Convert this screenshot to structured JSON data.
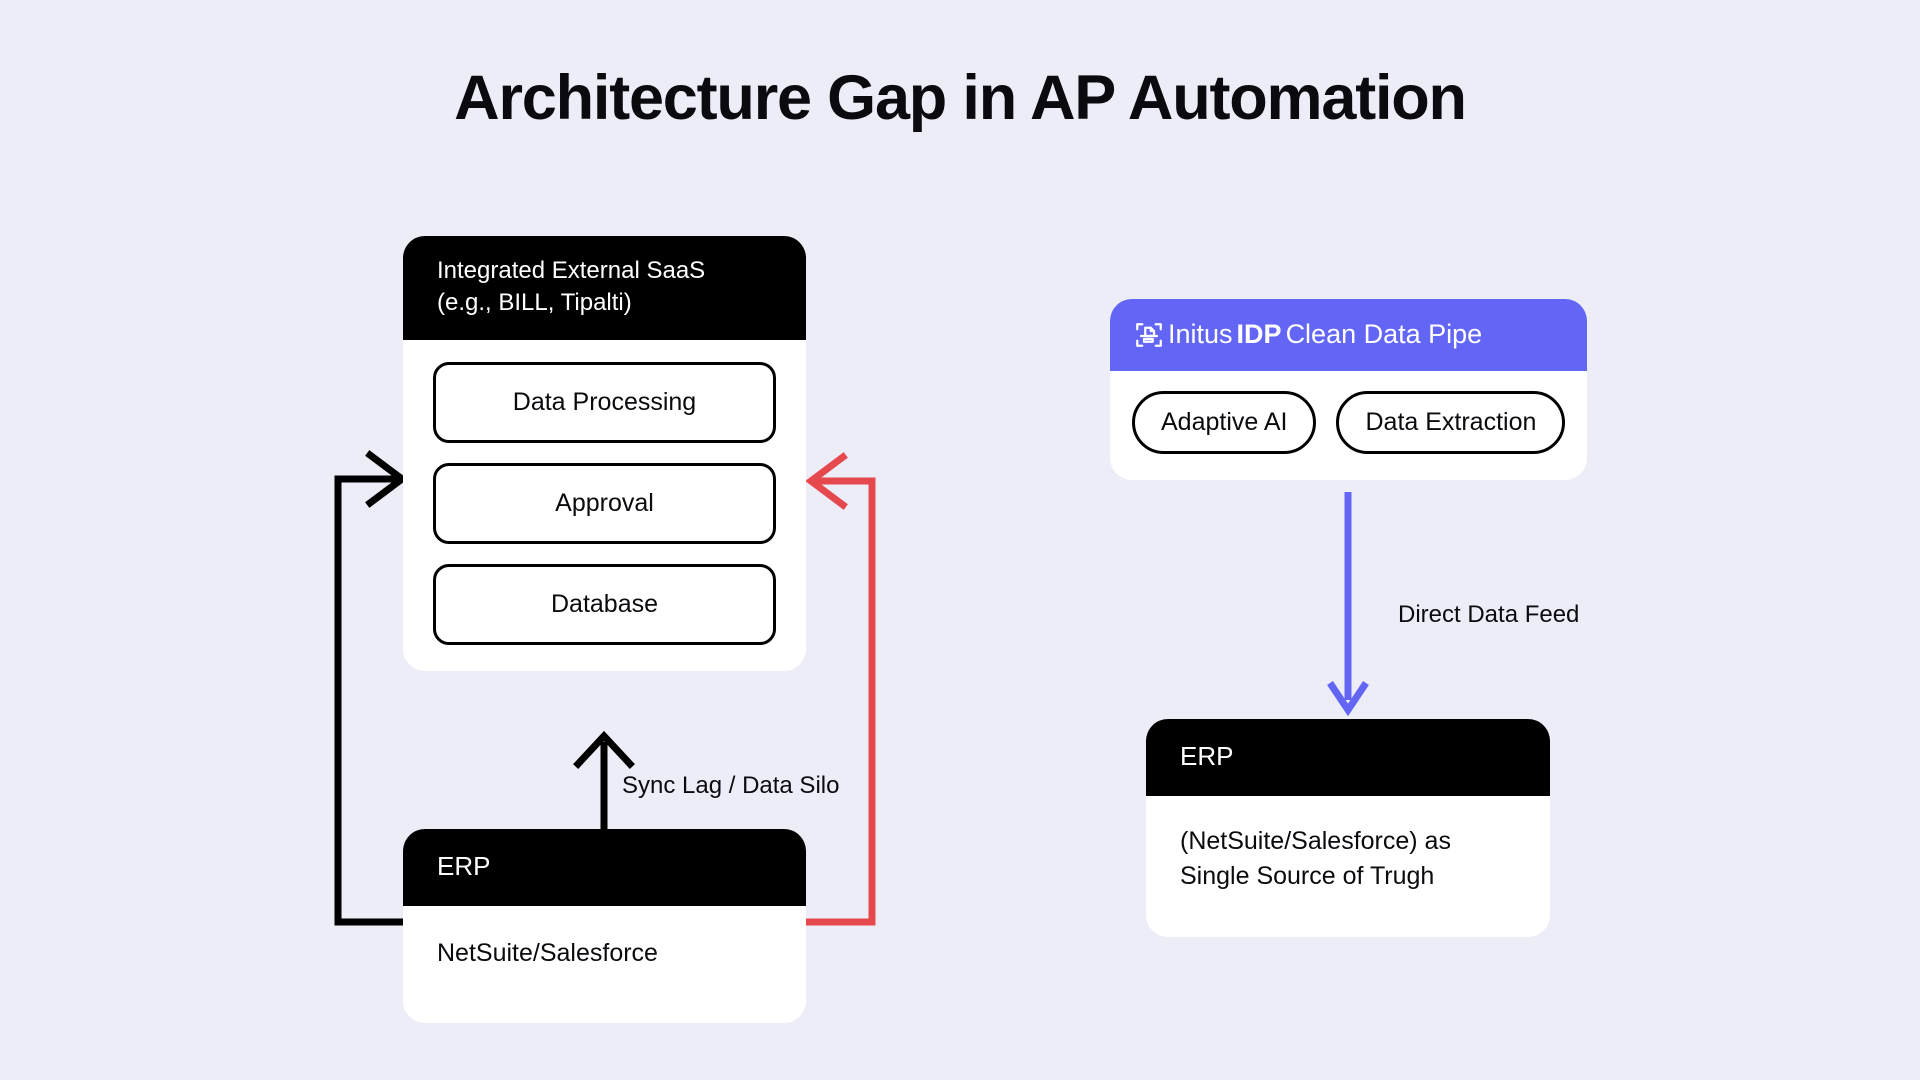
{
  "page": {
    "title": "Architecture Gap in AP Automation",
    "background_color": "#EDEDF8"
  },
  "colors": {
    "background": "#EDEDF8",
    "card_surface": "#FFFFFF",
    "header_dark": "#000000",
    "brand_purple": "#6366F5",
    "alert_red": "#E5484D",
    "text_dark": "#0B0B0F",
    "text_light": "#FFFFFF"
  },
  "left_flow": {
    "saas_card": {
      "header_line1": "Integrated External SaaS",
      "header_line2": "(e.g., BILL, Tipalti)",
      "steps": [
        {
          "label": "Data Processing"
        },
        {
          "label": "Approval"
        },
        {
          "label": "Database"
        }
      ]
    },
    "erp_card": {
      "header": "ERP",
      "body": "NetSuite/Salesforce"
    },
    "edges": [
      {
        "name": "sync-lag",
        "label": "Sync Lag / Data Silo",
        "color": "#000000"
      },
      {
        "name": "feedback-loop-black",
        "label": "",
        "color": "#000000"
      },
      {
        "name": "failure-loop-red",
        "label": "",
        "color": "#E5484D"
      }
    ]
  },
  "right_flow": {
    "initus_card": {
      "icon": "document-scan-icon",
      "brand_light": "Initus",
      "brand_bold": "IDP",
      "header_suffix": " Clean Data Pipe",
      "capabilities": [
        {
          "label": "Adaptive AI"
        },
        {
          "label": "Data Extraction"
        }
      ]
    },
    "erp_card": {
      "header": "ERP",
      "body_line1": "(NetSuite/Salesforce) as",
      "body_line2": "Single Source of Trugh"
    },
    "edges": [
      {
        "name": "direct-data-feed",
        "label": "Direct Data Feed",
        "color": "#6366F5"
      }
    ]
  }
}
